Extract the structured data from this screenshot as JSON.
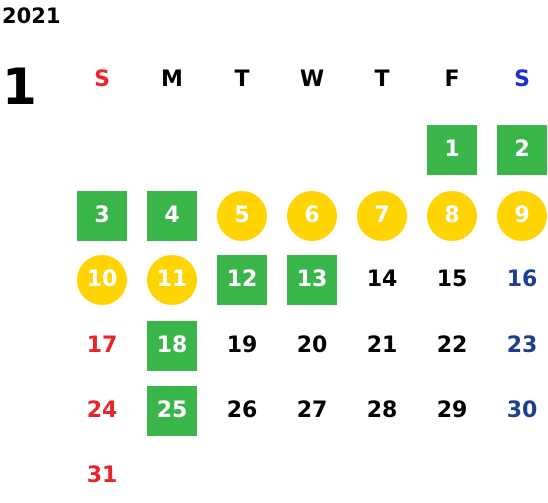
{
  "year": "2021",
  "month": "1",
  "weekdays": [
    "S",
    "M",
    "T",
    "W",
    "T",
    "F",
    "S"
  ],
  "days": [
    {
      "label": "1",
      "col": 5,
      "row": 0,
      "mark": "green"
    },
    {
      "label": "2",
      "col": 6,
      "row": 0,
      "mark": "green"
    },
    {
      "label": "3",
      "col": 0,
      "row": 1,
      "mark": "green"
    },
    {
      "label": "4",
      "col": 1,
      "row": 1,
      "mark": "green"
    },
    {
      "label": "5",
      "col": 2,
      "row": 1,
      "mark": "circle"
    },
    {
      "label": "6",
      "col": 3,
      "row": 1,
      "mark": "circle"
    },
    {
      "label": "7",
      "col": 4,
      "row": 1,
      "mark": "circle"
    },
    {
      "label": "8",
      "col": 5,
      "row": 1,
      "mark": "circle"
    },
    {
      "label": "9",
      "col": 6,
      "row": 1,
      "mark": "circle"
    },
    {
      "label": "10",
      "col": 0,
      "row": 2,
      "mark": "circle"
    },
    {
      "label": "11",
      "col": 1,
      "row": 2,
      "mark": "circle"
    },
    {
      "label": "12",
      "col": 2,
      "row": 2,
      "mark": "green"
    },
    {
      "label": "13",
      "col": 3,
      "row": 2,
      "mark": "green"
    },
    {
      "label": "14",
      "col": 4,
      "row": 2,
      "mark": "none"
    },
    {
      "label": "15",
      "col": 5,
      "row": 2,
      "mark": "none"
    },
    {
      "label": "16",
      "col": 6,
      "row": 2,
      "mark": "none"
    },
    {
      "label": "17",
      "col": 0,
      "row": 3,
      "mark": "none"
    },
    {
      "label": "18",
      "col": 1,
      "row": 3,
      "mark": "green"
    },
    {
      "label": "19",
      "col": 2,
      "row": 3,
      "mark": "none"
    },
    {
      "label": "20",
      "col": 3,
      "row": 3,
      "mark": "none"
    },
    {
      "label": "21",
      "col": 4,
      "row": 3,
      "mark": "none"
    },
    {
      "label": "22",
      "col": 5,
      "row": 3,
      "mark": "none"
    },
    {
      "label": "23",
      "col": 6,
      "row": 3,
      "mark": "none"
    },
    {
      "label": "24",
      "col": 0,
      "row": 4,
      "mark": "none"
    },
    {
      "label": "25",
      "col": 1,
      "row": 4,
      "mark": "green"
    },
    {
      "label": "26",
      "col": 2,
      "row": 4,
      "mark": "none"
    },
    {
      "label": "27",
      "col": 3,
      "row": 4,
      "mark": "none"
    },
    {
      "label": "28",
      "col": 4,
      "row": 4,
      "mark": "none"
    },
    {
      "label": "29",
      "col": 5,
      "row": 4,
      "mark": "none"
    },
    {
      "label": "30",
      "col": 6,
      "row": 4,
      "mark": "none"
    },
    {
      "label": "31",
      "col": 0,
      "row": 5,
      "mark": "none"
    }
  ],
  "colors": {
    "green": "#3ab54a",
    "yellow": "#ffd400",
    "sunday": "#e8262a",
    "saturday_header": "#1a2fd6",
    "saturday": "#1e3f8f"
  }
}
